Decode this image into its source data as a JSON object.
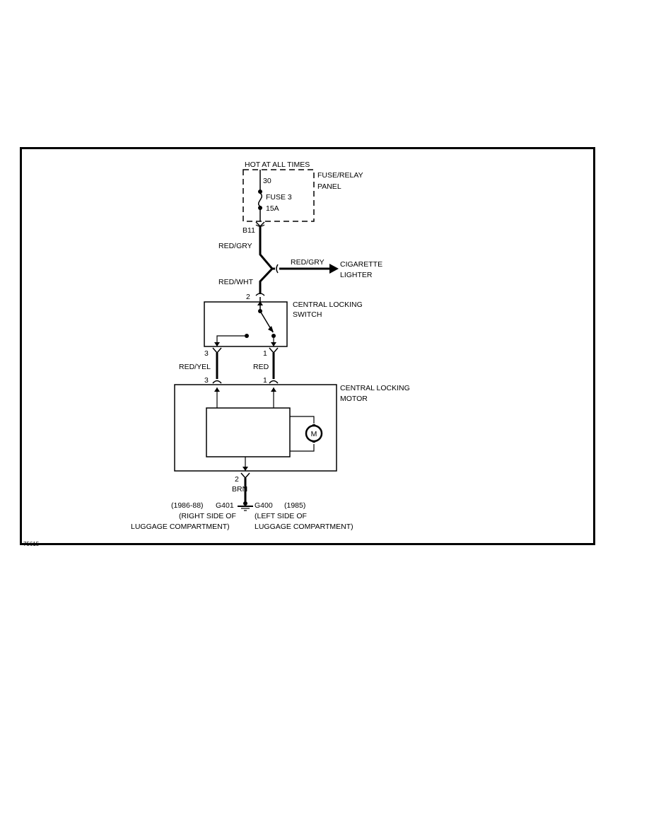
{
  "diagram": {
    "power_source": "HOT AT ALL TIMES",
    "fuse_panel": {
      "label_line1": "FUSE/RELAY",
      "label_line2": "PANEL",
      "terminal_in": "30",
      "fuse_name": "FUSE 3",
      "fuse_rating": "15A",
      "connector_out": "B11"
    },
    "wires": {
      "upper": "RED/GRY",
      "branch": "RED/GRY",
      "switch_feed": "RED/WHT",
      "left_link": "RED/YEL",
      "right_link": "RED",
      "ground": "BRN"
    },
    "lighter": {
      "line1": "CIGARETTE",
      "line2": "LIGHTER"
    },
    "switch": {
      "line1": "CENTRAL LOCKING",
      "line2": "SWITCH",
      "pin_top": "2",
      "pin_left": "3",
      "pin_right": "1"
    },
    "motor": {
      "line1": "CENTRAL LOCKING",
      "line2": "MOTOR",
      "pin_left": "3",
      "pin_right": "1",
      "pin_bottom": "2",
      "symbol": "M"
    },
    "grounds": {
      "left_years": "(1986-88)",
      "left_id": "G401",
      "left_line1": "(RIGHT SIDE OF",
      "left_line2": "LUGGAGE COMPARTMENT)",
      "right_id": "G400",
      "right_years": "(1985)",
      "right_line1": "(LEFT SIDE OF",
      "right_line2": "LUGGAGE COMPARTMENT)"
    },
    "figure_id": "75615"
  }
}
